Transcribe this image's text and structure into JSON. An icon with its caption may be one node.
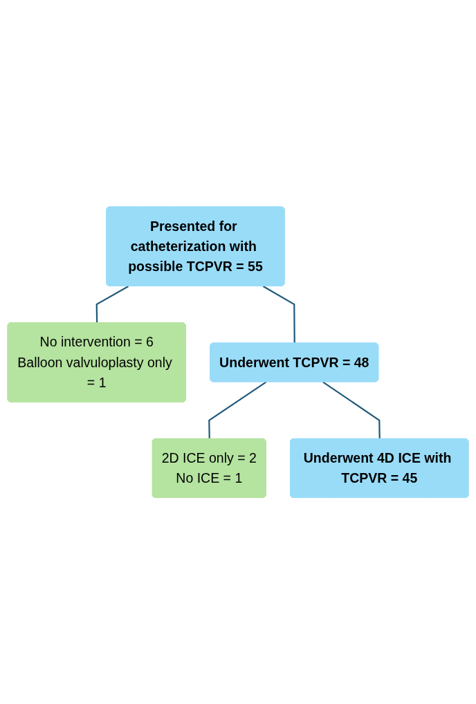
{
  "diagram": {
    "nodes": [
      {
        "text": [
          "Presented for catheterization with possible TCPVR = 55"
        ]
      },
      {
        "text": [
          "No intervention = 6",
          "Balloon valvuloplasty only = 1"
        ]
      },
      {
        "text": [
          "Underwent TCPVR = 48"
        ]
      },
      {
        "text": [
          "2D ICE only = 2",
          "No ICE = 1"
        ]
      },
      {
        "text": [
          "Underwent 4D ICE with TCPVR = 45"
        ]
      }
    ],
    "edges": [
      {
        "from": 0,
        "to": 1,
        "arrow": "none"
      },
      {
        "from": 0,
        "to": 2,
        "arrow": "none"
      },
      {
        "from": 2,
        "to": 3,
        "arrow": "none"
      },
      {
        "from": 2,
        "to": 4,
        "arrow": "none"
      }
    ]
  }
}
